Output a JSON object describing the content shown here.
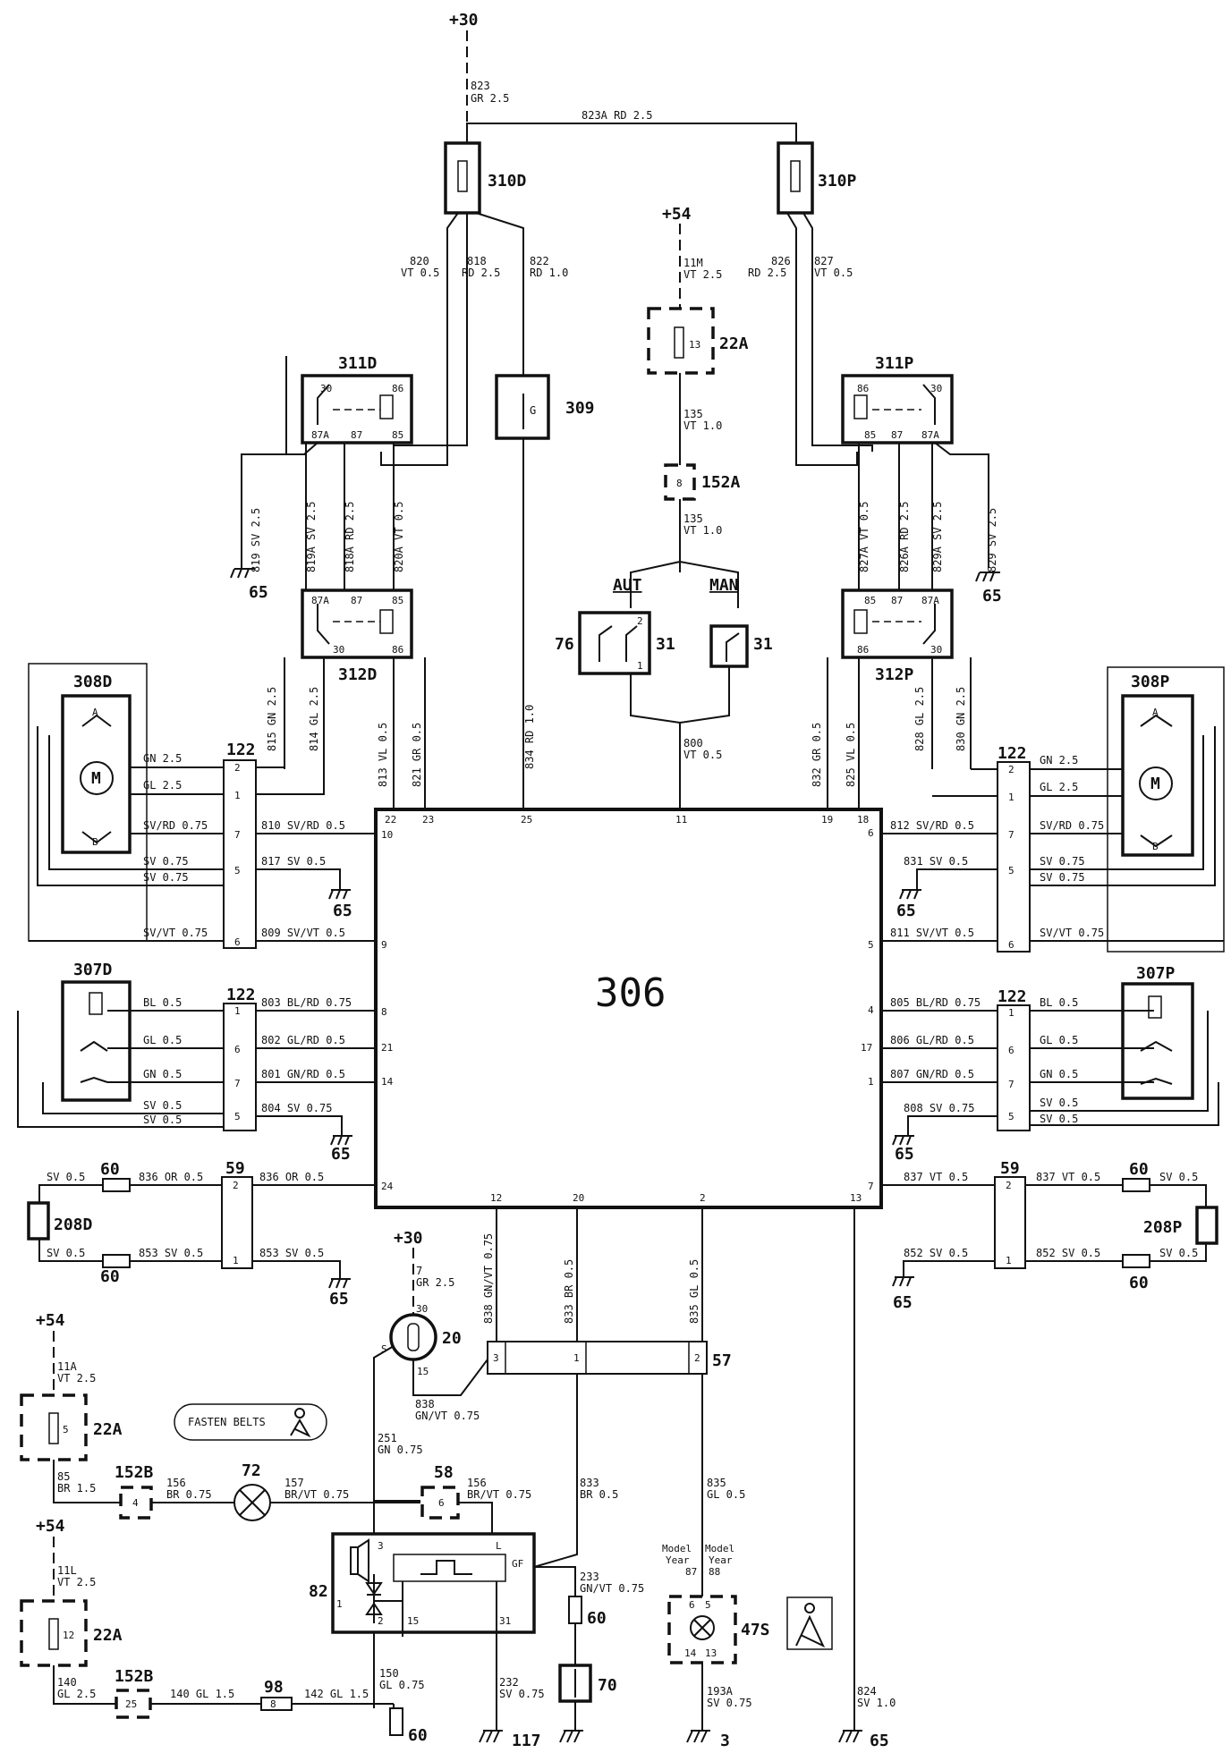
{
  "supplies": {
    "plus30": "+30",
    "plus54": "+54"
  },
  "ecu": {
    "label": "306"
  },
  "components": {
    "fuse_310D": "310D",
    "fuse_310P": "310P",
    "fuse_22A": "22A",
    "relay_311D": "311D",
    "relay_311P": "311P",
    "relay_312D": "312D",
    "relay_312P": "312P",
    "sensor_309": "309",
    "sensor_309_symbol": "G",
    "conn_152A": "152A",
    "conn_152B": "152B",
    "switch_76": "76",
    "switch_31": "31",
    "aut": "AUT",
    "man": "MAN",
    "motor_308D": "308D",
    "motor_308P": "308P",
    "motor_symbol": "M",
    "conn_122": "122",
    "sensor_307D": "307D",
    "sensor_307P": "307P",
    "conn_59": "59",
    "conn_60": "60",
    "conn_57": "57",
    "conn_58": "58",
    "switch_208D": "208D",
    "switch_208P": "208P",
    "ign_20": "20",
    "lamp_72": "72",
    "module_82": "82",
    "lamp_47S": "47S",
    "buzzer_70": "70",
    "conn_98": "98",
    "ground_65": "65",
    "ground_117": "117",
    "ground_3": "3",
    "fasten_belts": "FASTEN BELTS",
    "model_year_87": "Model Year 87",
    "model_year_88": "Model Year 88"
  },
  "wires": {
    "w823": [
      "823",
      "GR 2.5"
    ],
    "w823A": "823A  RD 2.5",
    "w820": [
      "820",
      "VT 0.5"
    ],
    "w818": [
      "818",
      "RD 2.5"
    ],
    "w822": [
      "822",
      "RD 1.0"
    ],
    "w11M": [
      "11M",
      "VT 2.5"
    ],
    "w826": [
      "826",
      "RD 2.5"
    ],
    "w827": [
      "827",
      "VT 0.5"
    ],
    "w135a": [
      "135",
      "VT 1.0"
    ],
    "w135b": [
      "135",
      "VT 1.0"
    ],
    "w819": "819  SV 2.5",
    "w819A": "819A  SV 2.5",
    "w818A": "818A  RD 2.5",
    "w820A": "820A  VT 0.5",
    "w827A": "827A  VT 0.5",
    "w826A": "826A  RD 2.5",
    "w829A": "829A  SV 2.5",
    "w829": "829  SV 2.5",
    "w815": "815  GN 2.5",
    "w814": "814  GL 2.5",
    "w813": "813  VL 0.5",
    "w821": "821  GR 0.5",
    "w834": "834  RD 1.0",
    "w832": "832  GR 0.5",
    "w825": "825  VL 0.5",
    "w828": "828  GL 2.5",
    "w830": "830  GN 2.5",
    "w800": [
      "800",
      "VT 0.5"
    ],
    "L_gn25": "GN  2.5",
    "L_gl25": "GL  2.5",
    "L_svrd075": "SV/RD 0.75",
    "L_sv075a": "SV 0.75",
    "L_sv075b": "SV 0.75",
    "L_svvt075": "SV/VT 0.75",
    "w810": "810  SV/RD 0.5",
    "w817": "817  SV 0.5",
    "w809": "809  SV/VT 0.5",
    "R_gn25": "GN  2.5",
    "R_gl25": "GL  2.5",
    "R_svrd075": "SV/RD 0.75",
    "R_sv075a": "SV 0.75",
    "R_sv075b": "SV 0.75",
    "R_svvt075": "SV/VT 0.75",
    "w812": "812  SV/RD 0.5",
    "w831": "831  SV 0.5",
    "w811": "811  SV/VT 0.5",
    "L_bl05": "BL  0.5",
    "L_gl05": "GL  0.5",
    "L_gn05": "GN  0.5",
    "L_sv05a": "SV  0.5",
    "L_sv05b": "SV  0.5",
    "w803": "803  BL/RD 0.75",
    "w802": "802  GL/RD 0.5",
    "w801": "801  GN/RD 0.5",
    "w804": "804  SV 0.75",
    "R_bl05": "BL  0.5",
    "R_gl05": "GL  0.5",
    "R_gn05": "GN  0.5",
    "R_sv05a": "SV  0.5",
    "R_sv05b": "SV  0.5",
    "w805": "805  BL/RD 0.75",
    "w806": "806  GL/RD 0.5",
    "w807": "807  GN/RD 0.5",
    "w808": "808  SV 0.75",
    "L_sv05c": "SV 0.5",
    "w836a": "836  OR 0.5",
    "w836b": "836  OR 0.5",
    "L_sv05d": "SV 0.5",
    "w853a": "853  SV 0.5",
    "w853b": "853  SV 0.5",
    "R_sv05c": "SV 0.5",
    "w837a": "837  VT 0.5",
    "w837b": "837  VT 0.5",
    "R_sv05d": "SV 0.5",
    "w852a": "852  SV 0.5",
    "w852b": "852  SV 0.5",
    "w838v": "838  GN/VT 0.75",
    "w833v": "833  BR 0.5",
    "w835v": "835  GL 0.5",
    "w7": [
      "7",
      "GR  2.5"
    ],
    "w838": [
      "838",
      "GN/VT 0.75"
    ],
    "w251": [
      "251",
      "GN 0.75"
    ],
    "w11A": [
      "11A",
      "VT  2.5"
    ],
    "w85": [
      "85",
      "BR  1.5"
    ],
    "w156a": [
      "156",
      "BR 0.75"
    ],
    "w157": [
      "157",
      "BR/VT 0.75"
    ],
    "w156b": [
      "156",
      "BR/VT 0.75"
    ],
    "w833": [
      "833",
      "BR 0.5"
    ],
    "w835": [
      "835",
      "GL  0.5"
    ],
    "w233": [
      "233",
      "GN/VT 0.75"
    ],
    "w11L": [
      "11L",
      "VT  2.5"
    ],
    "w140": [
      "140",
      "GL  2.5"
    ],
    "w140b": "140  GL 1.5",
    "w142": "142  GL 1.5",
    "w150": [
      "150",
      "GL 0.75"
    ],
    "w232": [
      "232",
      "SV 0.75"
    ],
    "w193A": [
      "193A",
      "SV 0.75"
    ],
    "w824": [
      "824",
      "SV 1.0"
    ]
  },
  "pins": {
    "ecu_top": [
      "22",
      "23",
      "25",
      "11",
      "19",
      "18"
    ],
    "ecu_left": [
      "10",
      "9",
      "8",
      "21",
      "14",
      "24"
    ],
    "ecu_right": [
      "6",
      "5",
      "4",
      "17",
      "1",
      "7"
    ],
    "ecu_bottom": [
      "12",
      "20",
      "2",
      "13"
    ],
    "relay_a": [
      "30",
      "86",
      "87A",
      "87",
      "85"
    ],
    "c122L": [
      "2",
      "1",
      "7",
      "5",
      "6"
    ],
    "c122Ls": [
      "1",
      "6",
      "7",
      "5"
    ],
    "c59": [
      "2",
      "1"
    ],
    "c57": [
      "3",
      "1",
      "2"
    ],
    "misc": [
      "13",
      "8",
      "5",
      "12",
      "4",
      "6",
      "25",
      "8",
      "30",
      "15",
      "S",
      "L",
      "GF",
      "3",
      "1",
      "2",
      "15",
      "31",
      "6",
      "5",
      "14",
      "13",
      "87",
      "88"
    ],
    "sw": [
      "2",
      "1",
      "A",
      "B"
    ]
  }
}
